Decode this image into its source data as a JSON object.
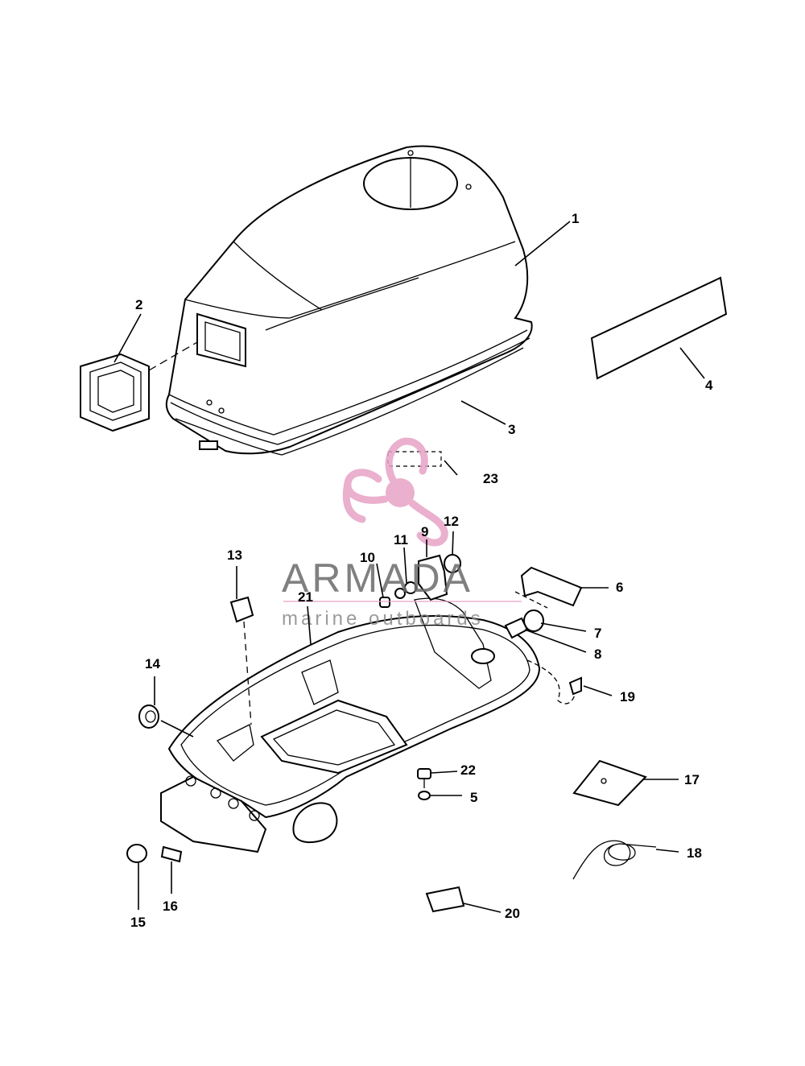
{
  "diagram": {
    "callouts": [
      "1",
      "2",
      "3",
      "4",
      "5",
      "6",
      "7",
      "8",
      "9",
      "10",
      "11",
      "12",
      "13",
      "14",
      "15",
      "16",
      "17",
      "18",
      "19",
      "20",
      "21",
      "22",
      "23"
    ]
  },
  "watermark": {
    "brand": "ARMADA",
    "tagline": "marine outboards",
    "color": "#e7a3c6"
  }
}
